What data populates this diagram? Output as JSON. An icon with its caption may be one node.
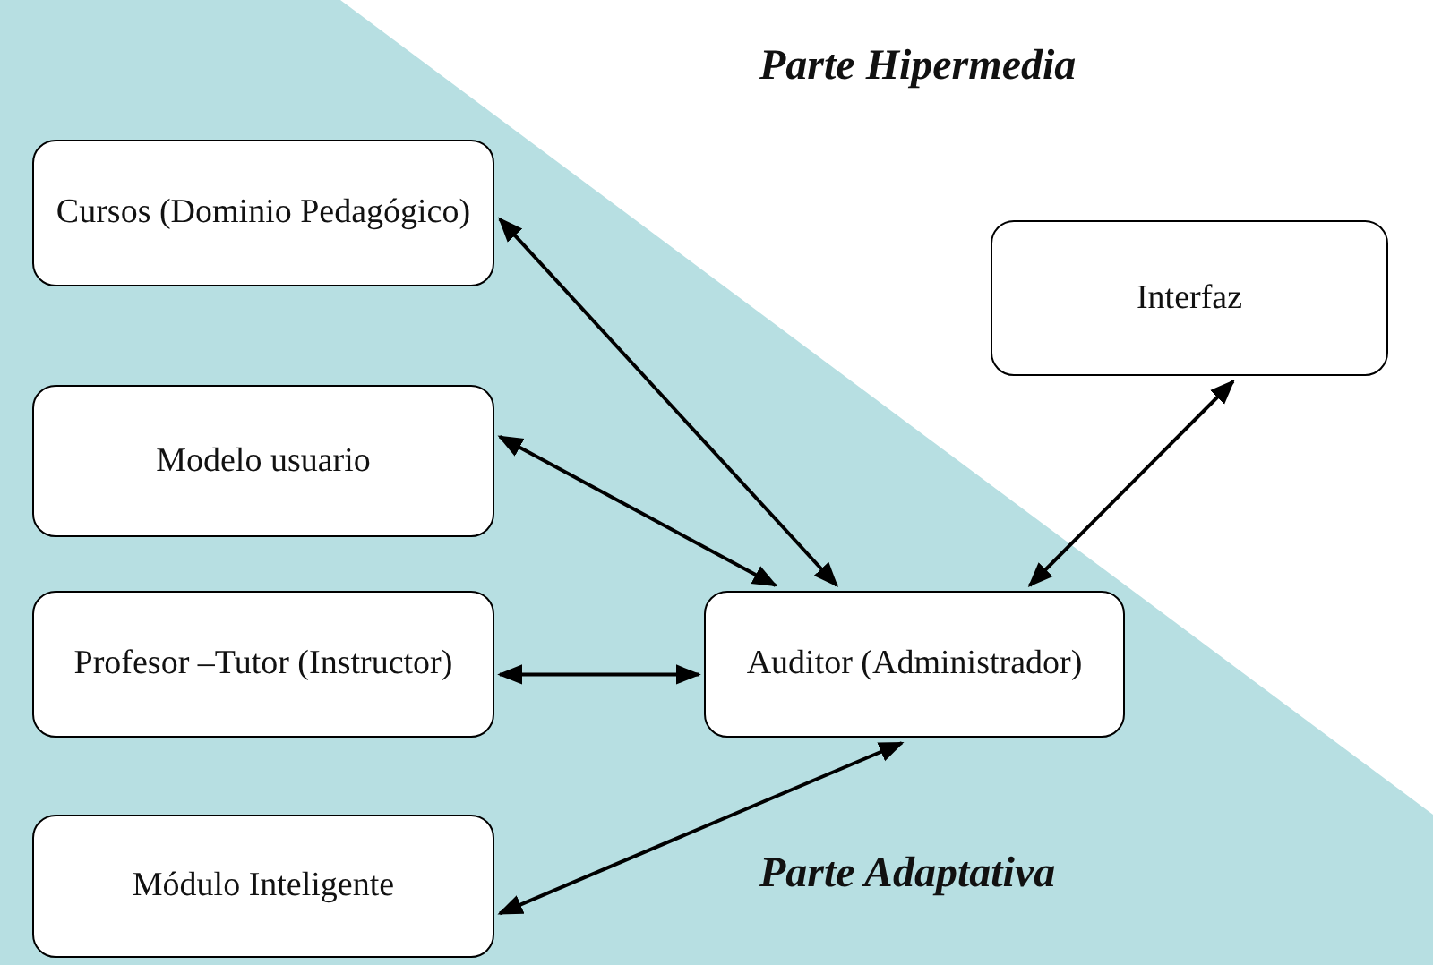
{
  "diagram": {
    "title": "Parte Hipermedia",
    "nodes": [
      {
        "text": [
          "Cursos (Dominio Pedagógico)"
        ]
      },
      {
        "text": [
          "Modelo usuario"
        ]
      },
      {
        "text": [
          "Profesor –Tutor (Instructor)"
        ]
      },
      {
        "text": [
          "Módulo Inteligente"
        ]
      },
      {
        "text": [
          "Auditor (Administrador)"
        ]
      },
      {
        "text": [
          "Interfaz"
        ]
      }
    ],
    "edges": [
      {
        "from": 0,
        "to": 4,
        "arrow": "both"
      },
      {
        "from": 1,
        "to": 4,
        "arrow": "both"
      },
      {
        "from": 2,
        "to": 4,
        "arrow": "both"
      },
      {
        "from": 3,
        "to": 4,
        "arrow": "both"
      },
      {
        "from": 4,
        "to": 5,
        "arrow": "both"
      }
    ],
    "labels": [
      "Parte Adaptativa"
    ]
  }
}
